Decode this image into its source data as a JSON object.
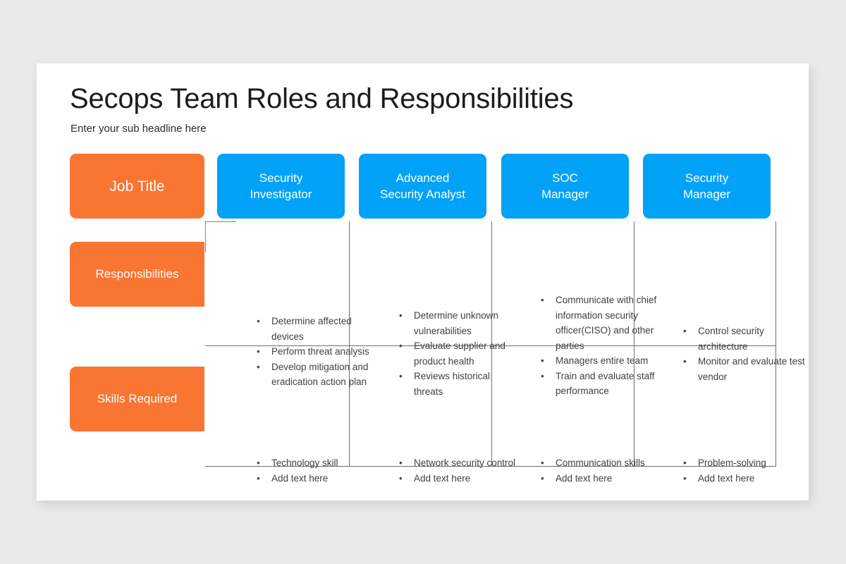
{
  "slide": {
    "title": "Secops Team Roles and Responsibilities",
    "subtitle": "Enter your sub headline here",
    "colors": {
      "accent_orange": "#F97532",
      "accent_blue": "#01A2F7",
      "text_dark": "#1C1C1C",
      "body_text": "#3F3F3F",
      "grid_line": "#6F6F6F",
      "slide_bg": "#FFFFFF",
      "page_bg": "#E9E9E9"
    }
  },
  "headers": {
    "corner_label": "Job Title",
    "columns": [
      {
        "label": "Security\nInvestigator",
        "line1": "Security",
        "line2": "Investigator"
      },
      {
        "label": "Advanced\nSecurity Analyst",
        "line1": "Advanced",
        "line2": "Security Analyst"
      },
      {
        "label": "SOC\nManager",
        "line1": "SOC",
        "line2": "Manager"
      },
      {
        "label": "Security\nManager",
        "line1": "Security",
        "line2": "Manager"
      }
    ]
  },
  "rows": [
    {
      "label": "Responsibilities",
      "cells": [
        {
          "bullets": [
            "Determine affected devices",
            "Perform threat analysis",
            "Develop mitigation and eradication action plan"
          ]
        },
        {
          "bullets": [
            "Determine unknown vulnerabilities",
            "Evaluate supplier and product health",
            "Reviews historical threats"
          ]
        },
        {
          "bullets": [
            "Communicate with chief information security officer(CISO) and other parties",
            "Managers entire team",
            "Train and evaluate staff performance"
          ]
        },
        {
          "bullets": [
            "Control security architecture",
            "Monitor and evaluate test vendor"
          ]
        }
      ]
    },
    {
      "label": "Skills Required",
      "cells": [
        {
          "bullets": [
            "Technology skill",
            "Add text here"
          ]
        },
        {
          "bullets": [
            "Network security control",
            "Add text here"
          ]
        },
        {
          "bullets": [
            "Communication skills",
            "Add text here"
          ]
        },
        {
          "bullets": [
            "Problem-solving",
            "Add text here"
          ]
        }
      ]
    }
  ],
  "bullet_glyph": "•"
}
